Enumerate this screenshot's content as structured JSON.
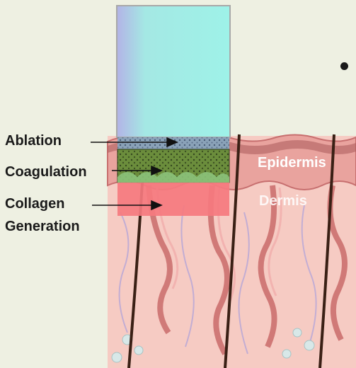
{
  "labels": {
    "ablation": "Ablation",
    "coagulation": "Coagulation",
    "collagen_line1": "Collagen",
    "collagen_line2": "Generation",
    "epidermis": "Epidermis",
    "dermis": "Dermis"
  },
  "colors": {
    "background": "#eef0e2",
    "laser_beam": "#9ef2e8",
    "ablation_zone": "#8fa8b8",
    "coagulation_zone": "#6b8c3c",
    "collagen_zone": "#f57d84",
    "skin_dermis": "#f6c8c0",
    "skin_epidermis": "#e8a7a0",
    "hair": "#3a2015"
  },
  "icons": {
    "bullet": "bullet-dot-icon"
  }
}
